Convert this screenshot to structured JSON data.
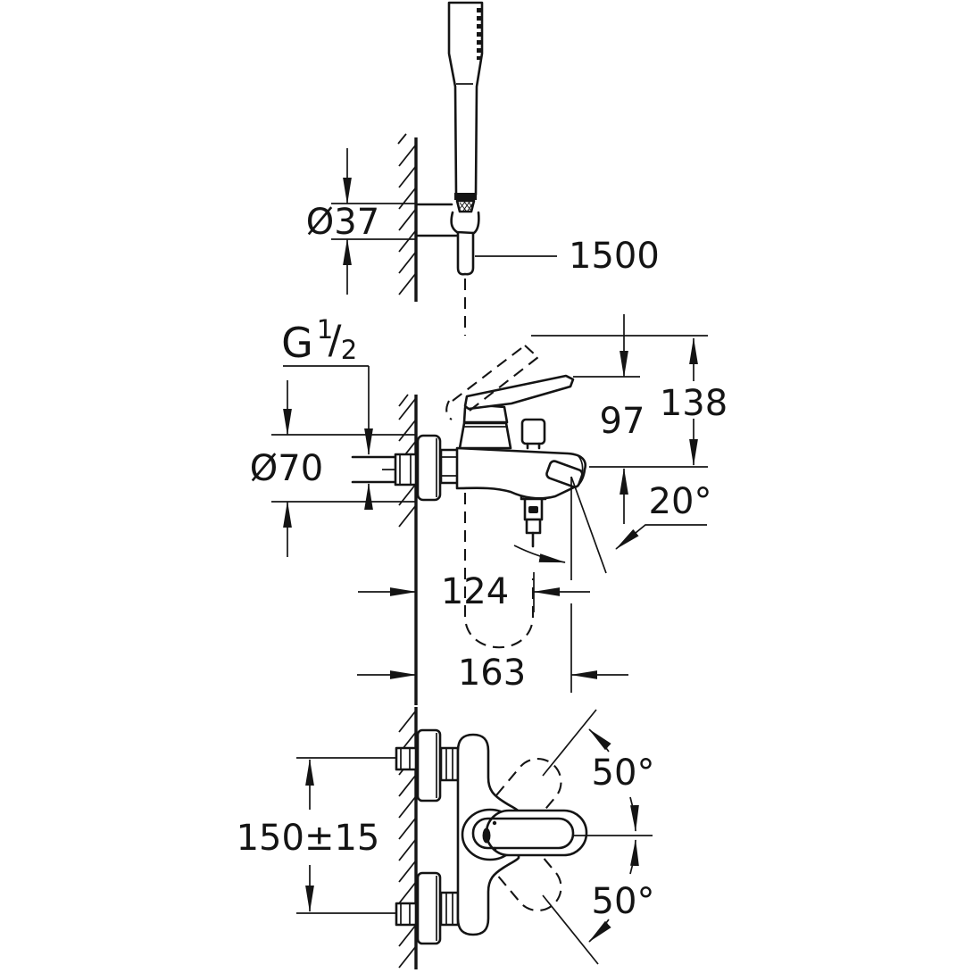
{
  "drawing": {
    "type": "installation dimensional drawing of wall-mounted single-lever bath/shower mixer with hand shower set",
    "background_color": "#ffffff",
    "line_color": "#141414"
  },
  "labels": {
    "hose_length": "1500",
    "holder_diameter": "Ø37",
    "thread": {
      "g": "G",
      "numerator": "1",
      "slash": "/",
      "denominator": "2"
    },
    "flange_diameter": "Ø70",
    "height_to_lever": "97",
    "height_to_lever_raised": "138",
    "spout_angle": "20°",
    "depth_to_hose_outlet": "124",
    "depth_to_spout_tip": "163",
    "supply_centre_spacing": "150±15",
    "handle_swing_up": "50°",
    "handle_swing_down": "50°"
  }
}
